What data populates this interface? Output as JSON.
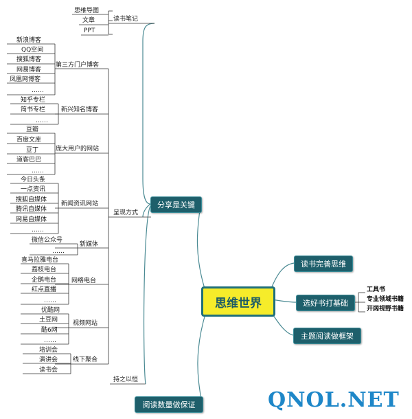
{
  "center": "思维世界",
  "main_topics": {
    "share": "分享是关键",
    "read_thinking": "读书完善思维",
    "good_books": "选好书打基础",
    "theme_reading": "主题阅读做框架",
    "quantity": "阅读数量做保证"
  },
  "book_types": [
    "工具书",
    "专业领域书籍",
    "开阔视野书籍"
  ],
  "share_branches": {
    "notes": "读书笔记",
    "forms": "呈现方式",
    "persist": "持之以恒"
  },
  "notes_items": [
    "思维导图",
    "文章",
    "PPT"
  ],
  "groups": {
    "portals": "第三方门户博客",
    "emerging": "新兴知名博客",
    "large": "庞大用户的网站",
    "news": "新闻资讯网站",
    "newmedia": "新媒体",
    "radio": "网络电台",
    "video": "视频网站",
    "offline": "线下聚合"
  },
  "group_items": {
    "portals": [
      "新浪博客",
      "QQ空间",
      "搜狐博客",
      "网易博客",
      "凤凰网博客",
      "……"
    ],
    "emerging": [
      "知乎专栏",
      "简书专栏",
      "……"
    ],
    "large": [
      "豆瓣",
      "百度文库",
      "豆丁",
      "道客巴巴",
      "……"
    ],
    "news": [
      "今日头条",
      "一点资讯",
      "搜狐自媒体",
      "腾讯自媒体",
      "网易自媒体",
      "……"
    ],
    "newmedia": [
      "微信公众号",
      "……"
    ],
    "radio": [
      "喜马拉雅电台",
      "荔枝电台",
      "企鹅电台",
      "红点直播",
      "……"
    ],
    "video": [
      "优酷网",
      "土豆网",
      "酷6网",
      "……"
    ],
    "offline": [
      "培训会",
      "演讲会",
      "读书会"
    ]
  },
  "watermark": "QNOL.NET",
  "colors": {
    "topic_fill": "#1e5f6b",
    "center_fill": "#f6ec2a",
    "center_border": "#1f6f7a",
    "line": "#333333",
    "curve": "#4a8a93",
    "watermark": "#1e87c8"
  }
}
